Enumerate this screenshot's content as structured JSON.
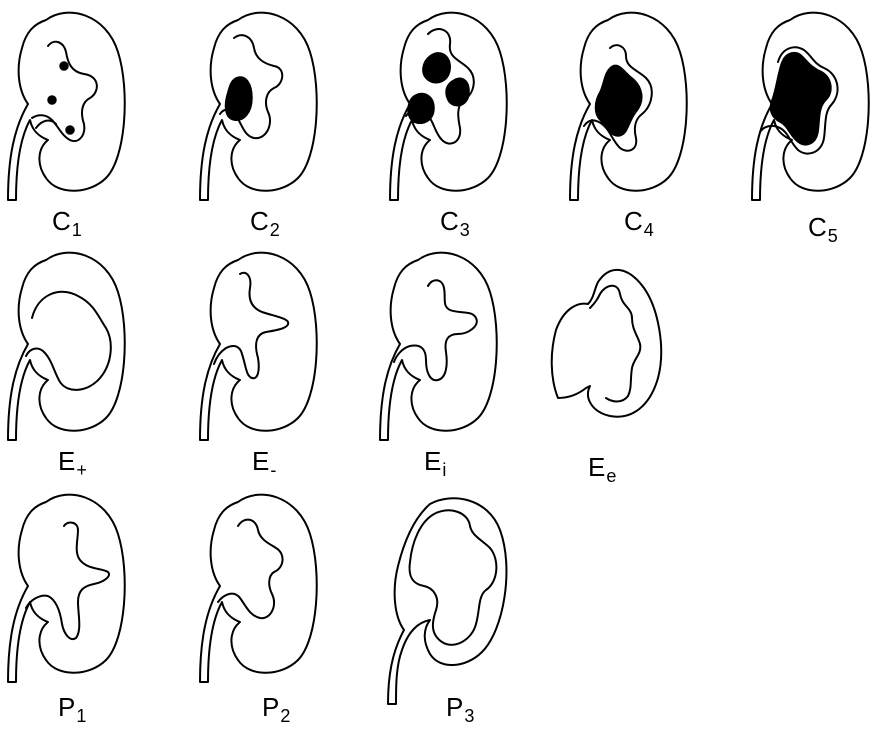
{
  "labels": {
    "c1": {
      "base": "C",
      "sub": "1"
    },
    "c2": {
      "base": "C",
      "sub": "2"
    },
    "c3": {
      "base": "C",
      "sub": "3"
    },
    "c4": {
      "base": "C",
      "sub": "4"
    },
    "c5": {
      "base": "C",
      "sub": "5"
    },
    "e_plus": {
      "base": "E",
      "sub": "+"
    },
    "e_minus": {
      "base": "E",
      "sub": "-"
    },
    "e_i": {
      "base": "E",
      "sub": "i"
    },
    "e_e": {
      "base": "E",
      "sub": "e"
    },
    "p1": {
      "base": "P",
      "sub": "1"
    },
    "p2": {
      "base": "P",
      "sub": "2"
    },
    "p3": {
      "base": "P",
      "sub": "3"
    }
  }
}
